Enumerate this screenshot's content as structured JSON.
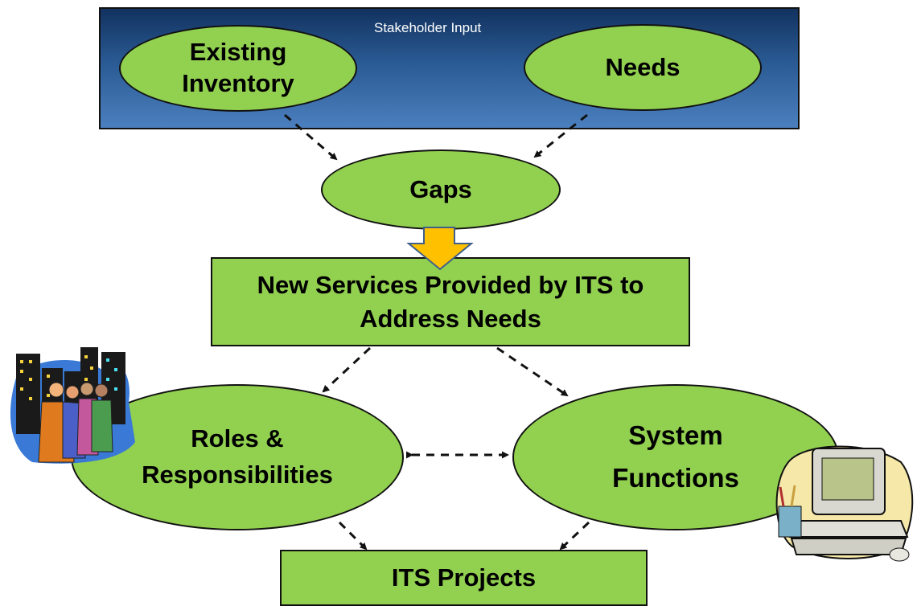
{
  "stakeholder_input": {
    "label": "Stakeholder Input"
  },
  "nodes": {
    "existing_inventory": "Existing\nInventory",
    "needs": "Needs",
    "gaps": "Gaps",
    "new_services": "New Services Provided by ITS to\nAddress Needs",
    "roles": "Roles &\nResponsibilities",
    "system_functions": "System\nFunctions",
    "its_projects": "ITS Projects"
  },
  "colors": {
    "node_fill": "#92d050",
    "panel_top": "#12325f",
    "panel_bottom": "#4b7fbe",
    "process_arrow": "#ffc000"
  },
  "illustrations": [
    "people-city-clipart",
    "computer-desk-clipart"
  ]
}
